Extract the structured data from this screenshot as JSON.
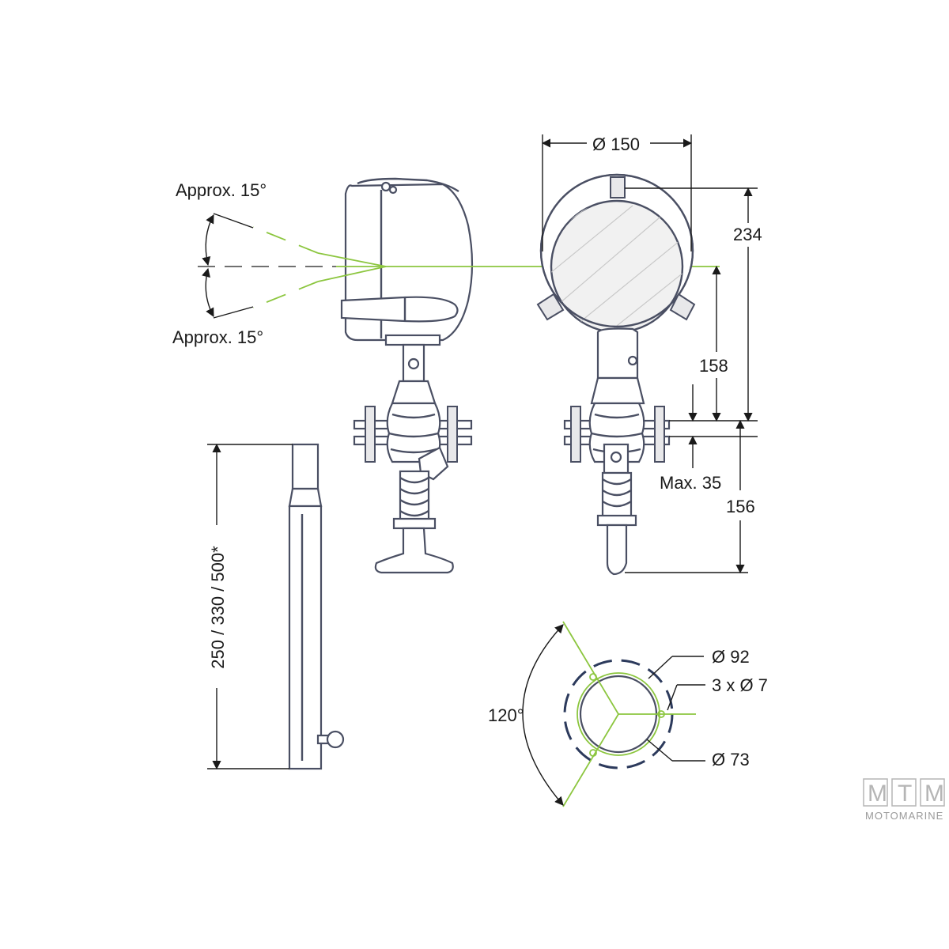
{
  "labels": {
    "beam_angle_top": "Approx. 15°",
    "beam_angle_bottom": "Approx. 15°",
    "lamp_diameter": "Ø 150",
    "total_height_top": "234",
    "center_to_base": "158",
    "max_thickness": "Max. 35",
    "below_deck": "156",
    "extension_length": "250 / 330 / 500*",
    "bolt_circle": "Ø 92",
    "holes": "3 x Ø 7",
    "cutout": "Ø 73",
    "angle": "120°"
  },
  "logo": {
    "letters": [
      "M",
      "T",
      "M"
    ],
    "name": "MOTOMARINE"
  },
  "colors": {
    "outline": "#4a4f63",
    "dimension": "#1a1a1a",
    "beam": "#8cc63f",
    "navy": "#2c3a5c"
  }
}
